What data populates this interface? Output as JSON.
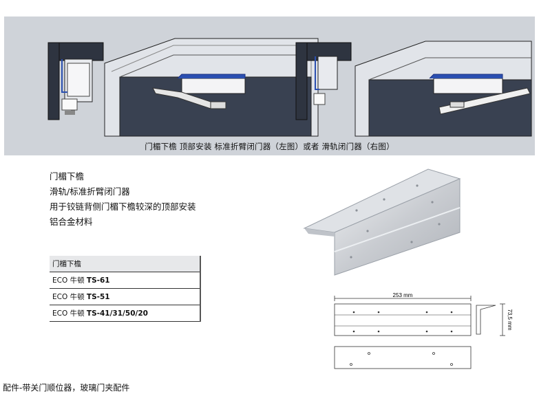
{
  "banner": {
    "caption": "门楣下檐 顶部安装 标准折臂闭门器（左图）或者 滑轨闭门器（右图）"
  },
  "features": [
    "门楣下檐",
    "滑轨/标准折臂闭门器",
    "用于铰链背侧门楣下檐较深的顶部安装",
    "铝合金材料"
  ],
  "table": {
    "header": "门楣下檐",
    "rows": [
      {
        "prefix": "ECO 牛顿 ",
        "model": "TS-61"
      },
      {
        "prefix": "ECO 牛顿 ",
        "model": "TS-51"
      },
      {
        "prefix": "ECO 牛顿 ",
        "model": "TS-41/31/50/20"
      }
    ]
  },
  "drawing": {
    "width_label": "253 mm",
    "height_label": "73,5 mm"
  },
  "footer": "配件-带关门顺位器，玻璃门夹配件",
  "colors": {
    "banner_bg": "#cfd3d9",
    "frame_dark": "#2e3440",
    "wall_fill": "#3a4150",
    "accent_blue": "#2a4fb0"
  }
}
